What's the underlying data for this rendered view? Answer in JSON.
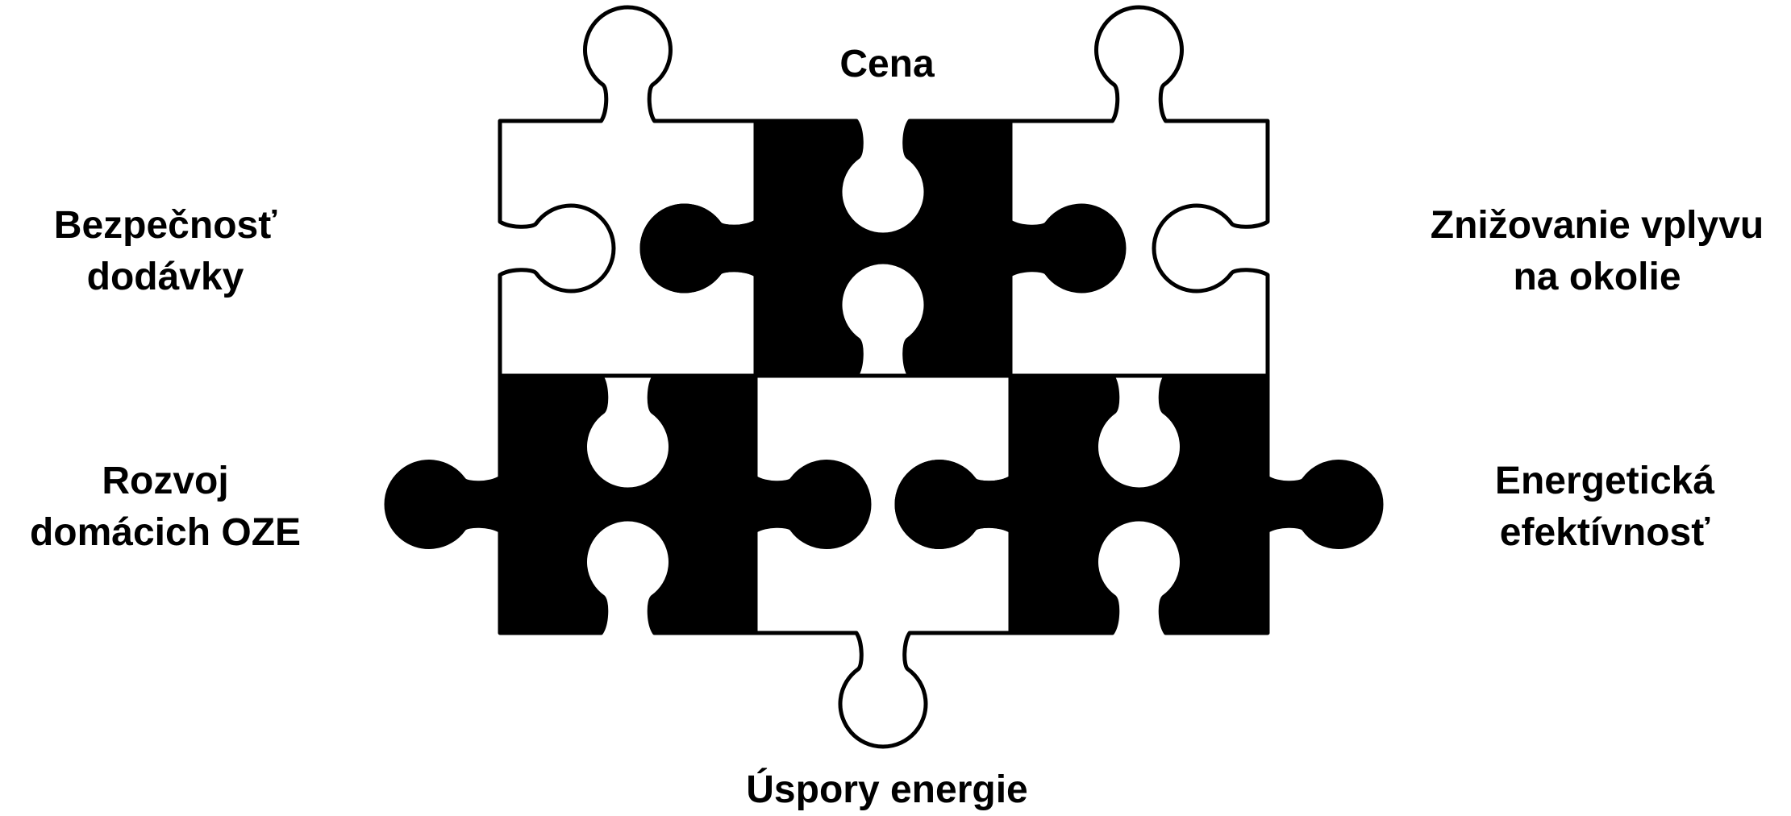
{
  "colors": {
    "background": "#ffffff",
    "piece_filled": "#000000",
    "piece_outline": "#000000",
    "text": "#000000"
  },
  "labels": {
    "top": "Cena",
    "bottom": "Úspory energie",
    "left_top": [
      "Bezpečnosť",
      "dodávky"
    ],
    "left_bottom": [
      "Rozvoj",
      "domácich OZE"
    ],
    "right_top": [
      "Znižovanie vplyvu",
      "na okolie"
    ],
    "right_bottom": [
      "Energetická",
      "efektívnosť"
    ]
  },
  "pieces": [
    {
      "name": "top-left",
      "fill": "white"
    },
    {
      "name": "top-center",
      "fill": "black"
    },
    {
      "name": "top-right",
      "fill": "white"
    },
    {
      "name": "bottom-left",
      "fill": "black"
    },
    {
      "name": "bottom-center",
      "fill": "white"
    },
    {
      "name": "bottom-right",
      "fill": "black"
    }
  ]
}
